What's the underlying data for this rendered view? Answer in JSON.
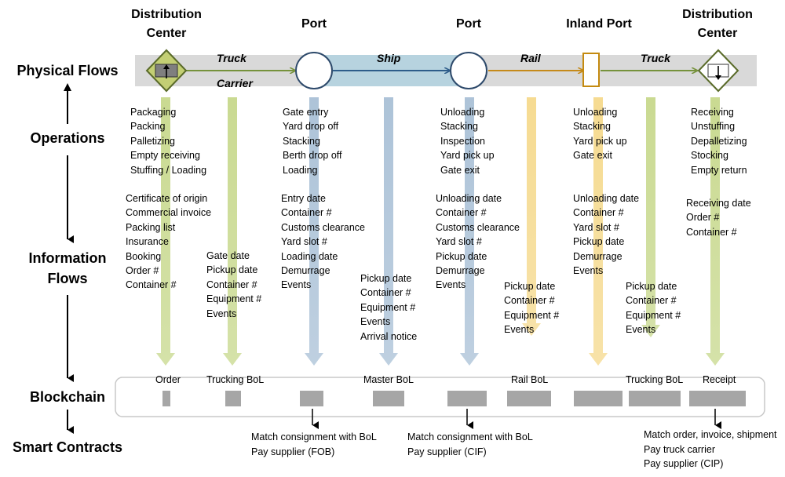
{
  "rows": {
    "physical": "Physical Flows",
    "operations": "Operations",
    "information_line1": "Information",
    "information_line2": "Flows",
    "blockchain": "Blockchain",
    "smart_contracts": "Smart Contracts"
  },
  "nodes": [
    {
      "line1": "Distribution",
      "line2": "Center"
    },
    {
      "line1": "Port",
      "line2": ""
    },
    {
      "line1": "Port",
      "line2": ""
    },
    {
      "line1": "Inland Port",
      "line2": ""
    },
    {
      "line1": "Distribution",
      "line2": "Center"
    }
  ],
  "modes": {
    "truck1": "Truck",
    "carrier": "Carrier",
    "ship": "Ship",
    "rail": "Rail",
    "truck2": "Truck"
  },
  "operations": [
    [
      "Packaging",
      "Packing",
      "Palletizing",
      "Empty receiving",
      "Stuffing / Loading"
    ],
    [
      "Gate entry",
      "Yard drop off",
      "Stacking",
      "Berth drop off",
      "Loading"
    ],
    [
      "Unloading",
      "Stacking",
      "Inspection",
      "Yard pick up",
      "Gate exit"
    ],
    [
      "Unloading",
      "Stacking",
      "Yard pick up",
      "Gate exit"
    ],
    [
      "Receiving",
      "Unstuffing",
      "Depalletizing",
      "Stocking",
      "Empty return"
    ]
  ],
  "information": [
    [
      "Certificate of origin",
      "Commercial invoice",
      "Packing list",
      "Insurance",
      "Booking",
      "Order #",
      "Container #"
    ],
    [
      "Gate date",
      "Pickup date",
      "Container #",
      "Equipment #",
      "Events"
    ],
    [
      "Entry date",
      "Container #",
      "Customs clearance",
      "Yard slot #",
      "Loading date",
      "Demurrage",
      "Events"
    ],
    [
      "Pickup date",
      "Container #",
      "Equipment #",
      "Events",
      "Arrival notice"
    ],
    [
      "Unloading date",
      "Container #",
      "Customs clearance",
      "Yard slot #",
      "Pickup date",
      "Demurrage",
      "Events"
    ],
    [
      "Pickup date",
      "Container #",
      "Equipment #",
      "Events"
    ],
    [
      "Unloading date",
      "Container #",
      "Yard slot #",
      "Pickup date",
      "Demurrage",
      "Events"
    ],
    [
      "Pickup date",
      "Container #",
      "Equipment #",
      "Events"
    ],
    [
      "Receiving date",
      "Order #",
      "Container #"
    ]
  ],
  "blockchain_labels": [
    "Order",
    "Trucking  BoL",
    "Master BoL",
    "Rail BoL",
    "Trucking  BoL",
    "Receipt"
  ],
  "smart_contracts": [
    [
      "Match consignment  with BoL",
      "Pay supplier  (FOB)"
    ],
    [
      "Match consignment  with BoL",
      "Pay supplier  (CIF)"
    ],
    [
      "Match order,  invoice,  shipment",
      "Pay truck carrier",
      "Pay supplier  (CIP)"
    ]
  ],
  "colors": {
    "band": "#d9d9d9",
    "truck_arrow": "#76923c",
    "ship_band": "#b7d3df",
    "ship_arrow": "#2e5d8a",
    "rail_arrow": "#c58a1a",
    "node_stroke": "#2e4a6b",
    "diamond_fill": "#c3cf74",
    "inland_stroke": "#c48a10",
    "green_stream": "#c7d88c",
    "blue_stream": "#a9c0d6",
    "yellow_stream": "#f5d98c",
    "block": "#a6a6a6"
  }
}
